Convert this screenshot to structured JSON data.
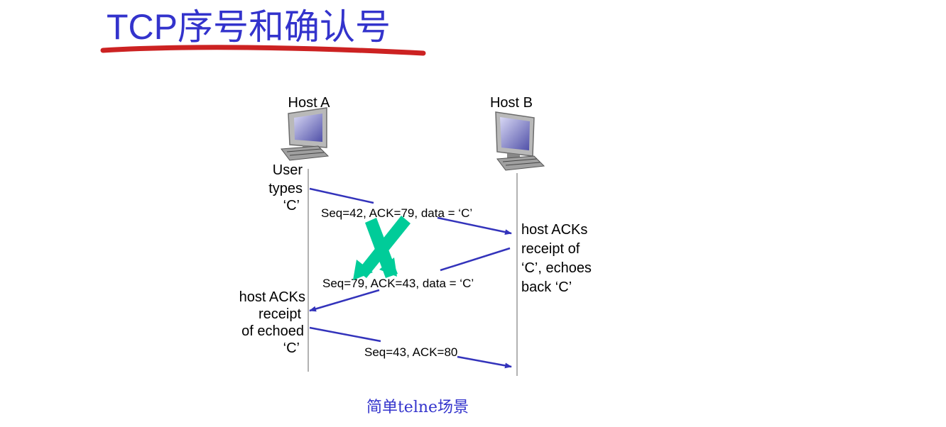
{
  "title": "TCP序号和确认号",
  "hosts": {
    "a": "Host A",
    "b": "Host B"
  },
  "notes": {
    "a1": [
      "User",
      "types",
      "‘C’"
    ],
    "b1": [
      "host ACKs",
      "receipt of",
      "‘C’, echoes",
      "back ‘C’"
    ],
    "a2": [
      "host ACKs",
      "receipt",
      "of echoed",
      "‘C’"
    ]
  },
  "messages": {
    "m1": "Seq=42, ACK=79, data = ‘C’",
    "m2": "Seq=79, ACK=43, data = ‘C’",
    "m3": "Seq=43, ACK=80"
  },
  "caption": "简单telne场景",
  "colors": {
    "title": "#3333cc",
    "underline": "#cc2222",
    "arrow": "#3333bb",
    "cross": "#00cc99",
    "timeline": "#888888"
  },
  "icons": {
    "host_a": "computer-icon",
    "host_b": "computer-icon",
    "lost": "cross-mark-icon"
  }
}
